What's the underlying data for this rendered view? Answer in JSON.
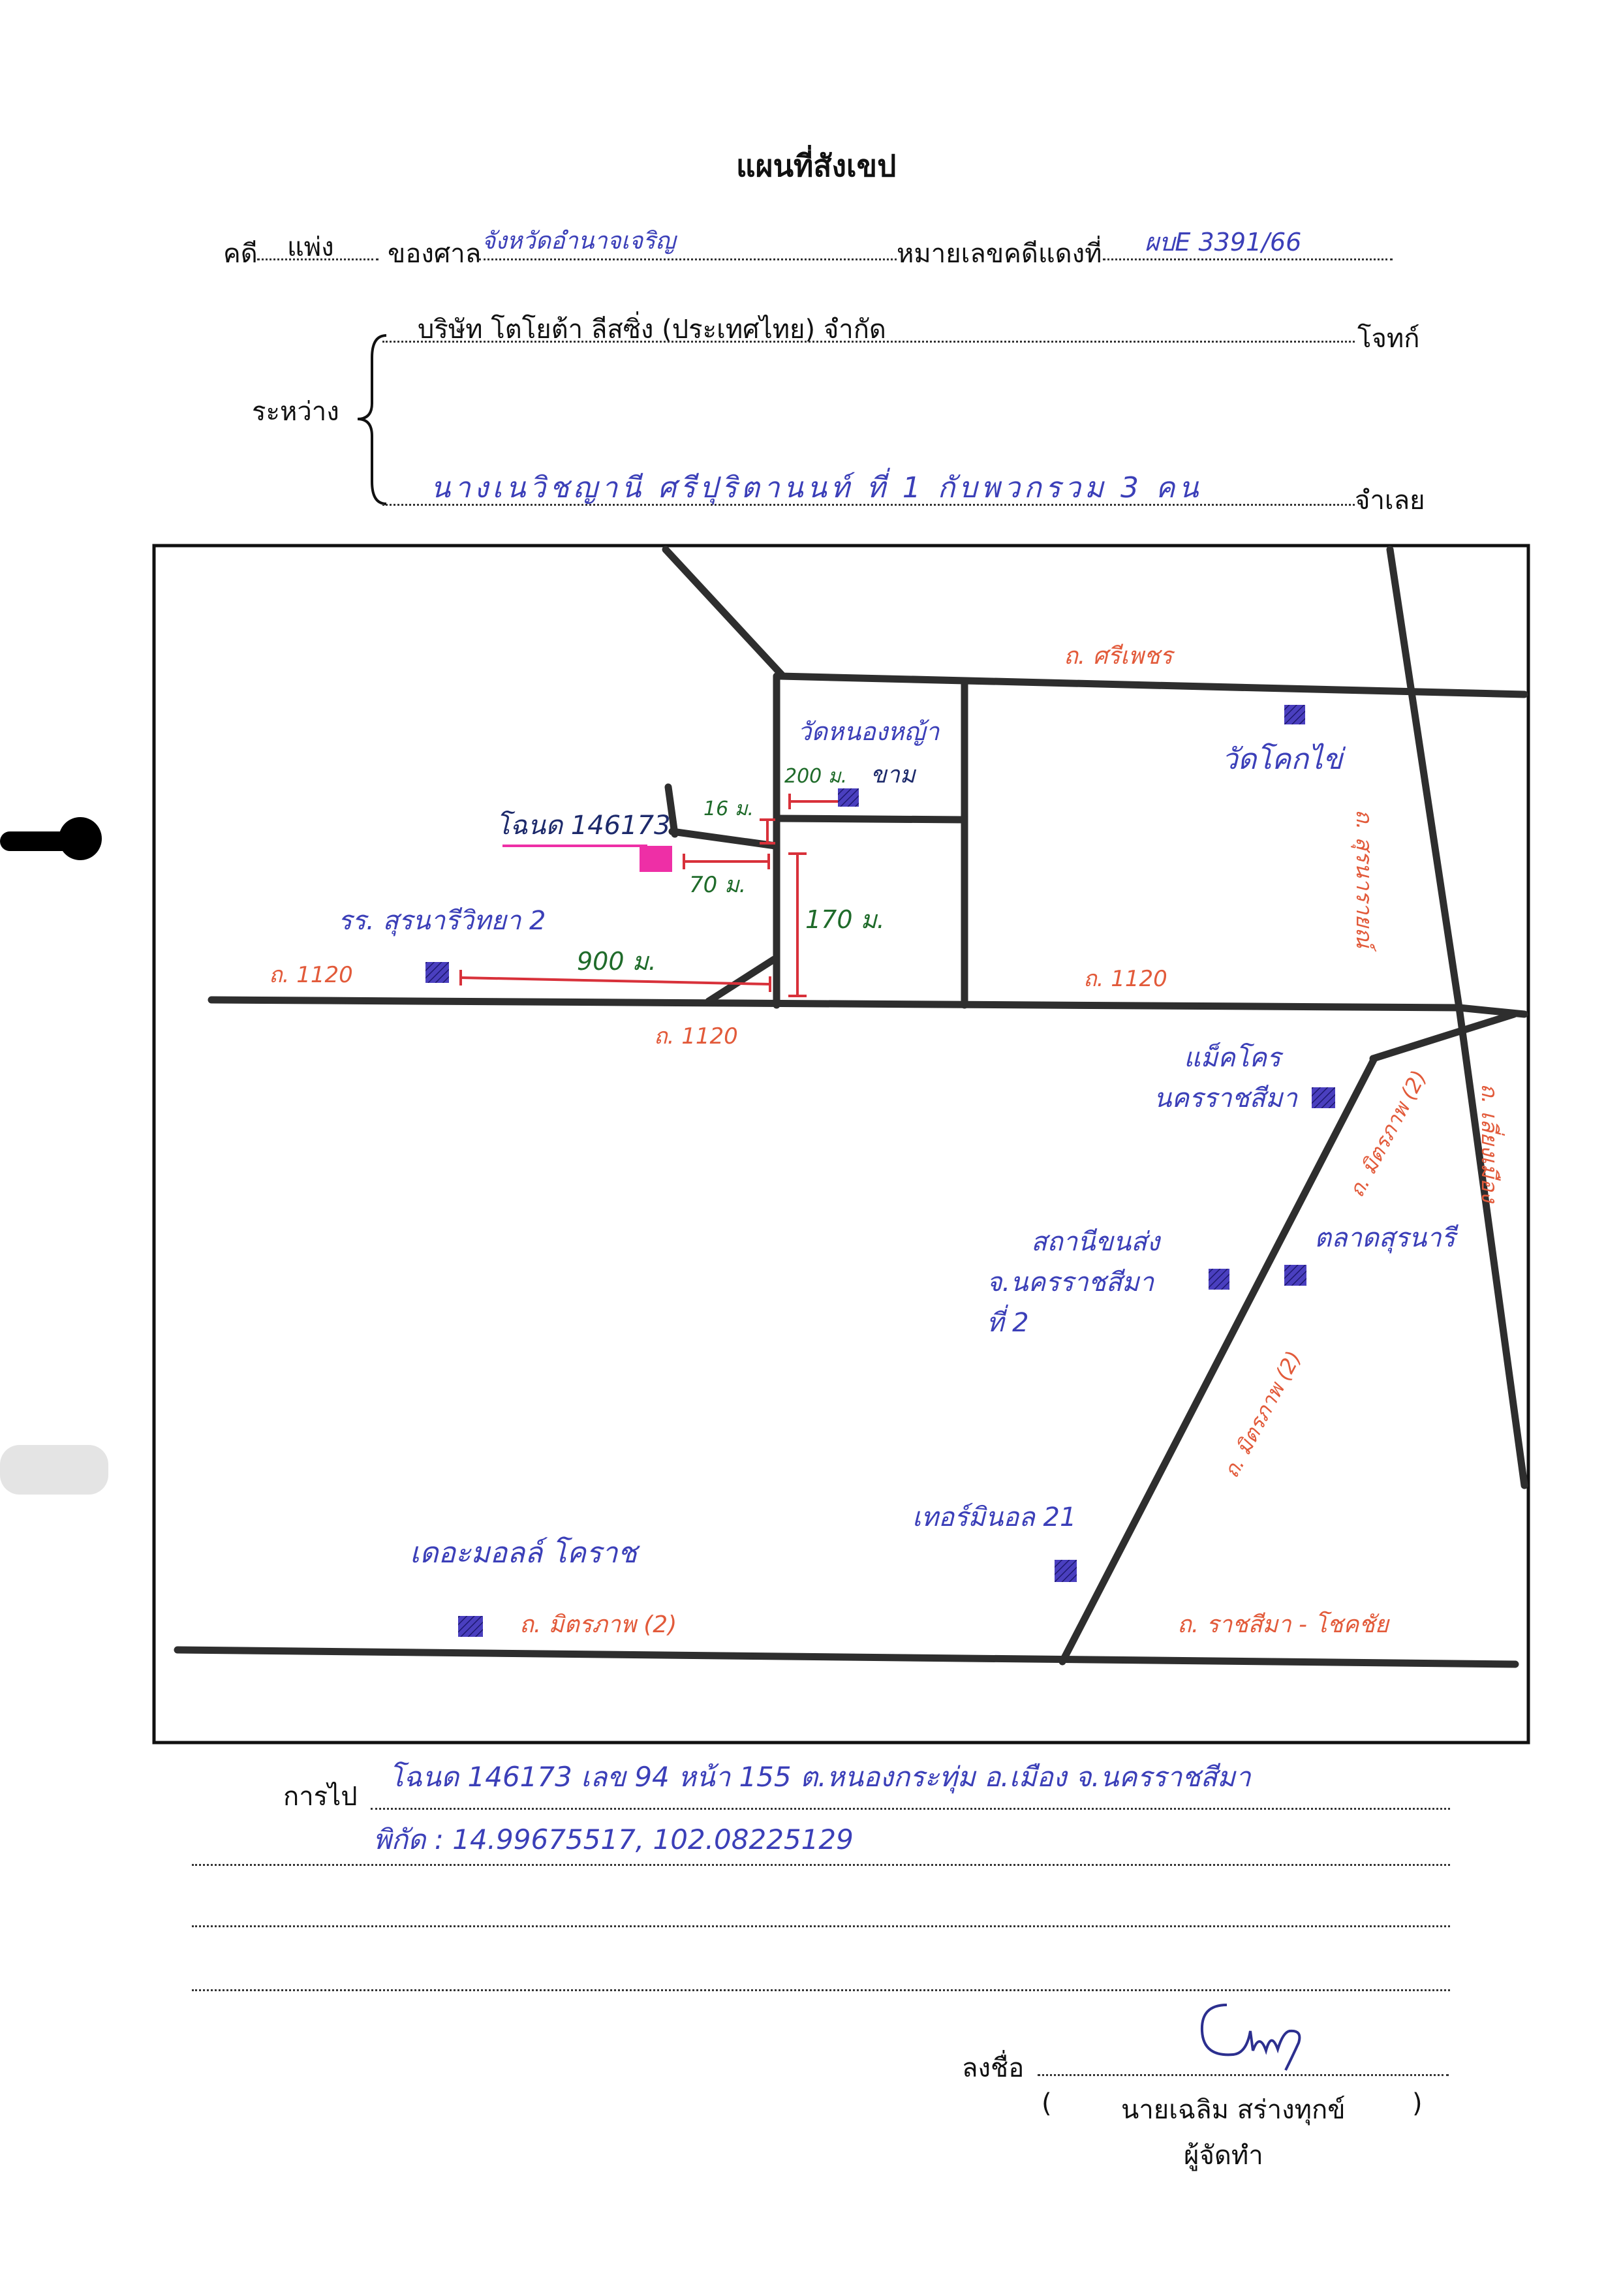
{
  "header": {
    "title": "แผนที่สังเขป",
    "case_label": "คดี",
    "case_type": "แพ่ง",
    "court_label": "ของศาล",
    "court_name": "จังหวัดอำนาจเจริญ",
    "red_case_label": "หมายเลขคดีแดงที่",
    "red_case_no": "ผบE 3391/66",
    "between_label": "ระหว่าง",
    "plaintiff": "บริษัท โตโยต้า ลีสซิ่ง (ประเทศไทย) จำกัด",
    "plaintiff_role": "โจทก์",
    "defendant": "นางเนวิชญานี ศรีปุริตานนท์ ที่ 1 กับพวกรวม 3 คน",
    "defendant_role": "จำเลย"
  },
  "map": {
    "roads": {
      "sri_phet": "ถ. ศรีเพชร",
      "r1120_left": "ถ. 1120",
      "r1120_mid": "ถ. 1120",
      "r1120_right": "ถ. 1120",
      "suranarai": "ถ. สุรนารายณ์",
      "mittraphap_2a": "ถ. มิตรภาพ (2)",
      "mittraphap_2b": "ถ. มิตรภาพ (2)",
      "mittraphap_bottom": "ถ. มิตรภาพ (2)",
      "bypass": "ถ. เลี่ยงเมือง",
      "ratchasima_chokchai": "ถ. ราชสีมา - โชคชัย"
    },
    "landmarks": {
      "wat_nong_ya": "วัดหนองหญ้า",
      "wat_khok_khai": "วัดโคกไข่",
      "school": "รร. สุรนารีวิทยา 2",
      "makro": "แม็คโคร",
      "makro_sub": "นครราชสีมา",
      "station_1": "สถานีขนส่ง",
      "station_2": "จ.นครราชสีมา",
      "station_3": "ที่ 2",
      "talat": "ตลาดสุรนารี",
      "terminal": "เทอร์มินอล 21",
      "the_mall": "เดอะมอลล์ โคราช"
    },
    "parcel_label": "โฉนด 146173",
    "distances": {
      "d200": "200 ม.",
      "d200_suffix": "ขาม",
      "d16": "16 ม.",
      "d70": "70 ม.",
      "d170": "170 ม.",
      "d900": "900 ม."
    },
    "colors": {
      "road": "#2e2e2e",
      "road_label": "#e25a3a",
      "landmark": "#3b3fb8",
      "distance": "#1f6b2a",
      "distance_bar": "#d8313a",
      "parcel": "#ee2fa6"
    }
  },
  "footer": {
    "directions_label": "การไป",
    "directions_line1": "โฉนด 146173 เลข 94 หน้า 155 ต.หนองกระทุ่ม อ.เมือง จ.นครราชสีมา",
    "directions_line2": "พิกัด : 14.99675517, 102.08225129",
    "sign_label": "ลงชื่อ",
    "signer_open": "(",
    "signer_name": "นายเฉลิม สร่างทุกข์",
    "signer_close": ")",
    "signer_role": "ผู้จัดทำ"
  }
}
